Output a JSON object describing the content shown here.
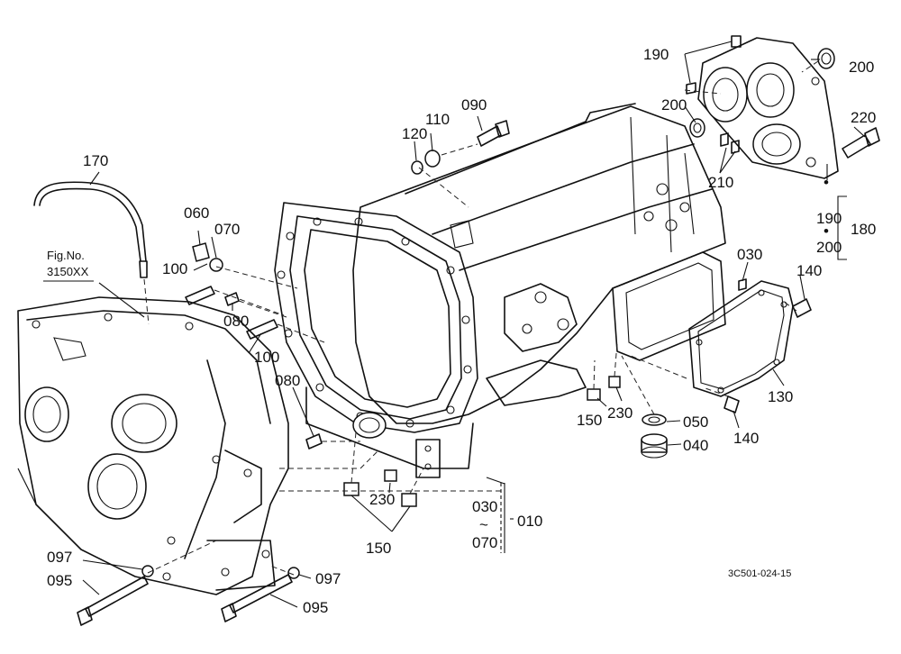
{
  "labels": {
    "p170": "170",
    "p060": "060",
    "p070": "070",
    "p100a": "100",
    "p100b": "100",
    "p080a": "080",
    "p080b": "080",
    "p120": "120",
    "p110": "110",
    "p090": "090",
    "p190a": "190",
    "p200a": "200",
    "p200b": "200",
    "p220": "220",
    "p210": "210",
    "p190b": "190",
    "p200c": "200",
    "p180": "180",
    "p030a": "030",
    "p140a": "140",
    "p140b": "140",
    "p130": "130",
    "p150a": "150",
    "p230a": "230",
    "p050": "050",
    "p040": "040",
    "p030b": "030",
    "p070b": "070",
    "p010": "010",
    "tilde": "~",
    "dot1": "•",
    "dot2": "•",
    "p230b": "230",
    "p150b": "150",
    "p097a": "097",
    "p095a": "095",
    "p097b": "097",
    "p095b": "095"
  },
  "figref": {
    "line1": "Fig.No.",
    "line2": "3150XX"
  },
  "drawing_code": "3C501-024-15"
}
